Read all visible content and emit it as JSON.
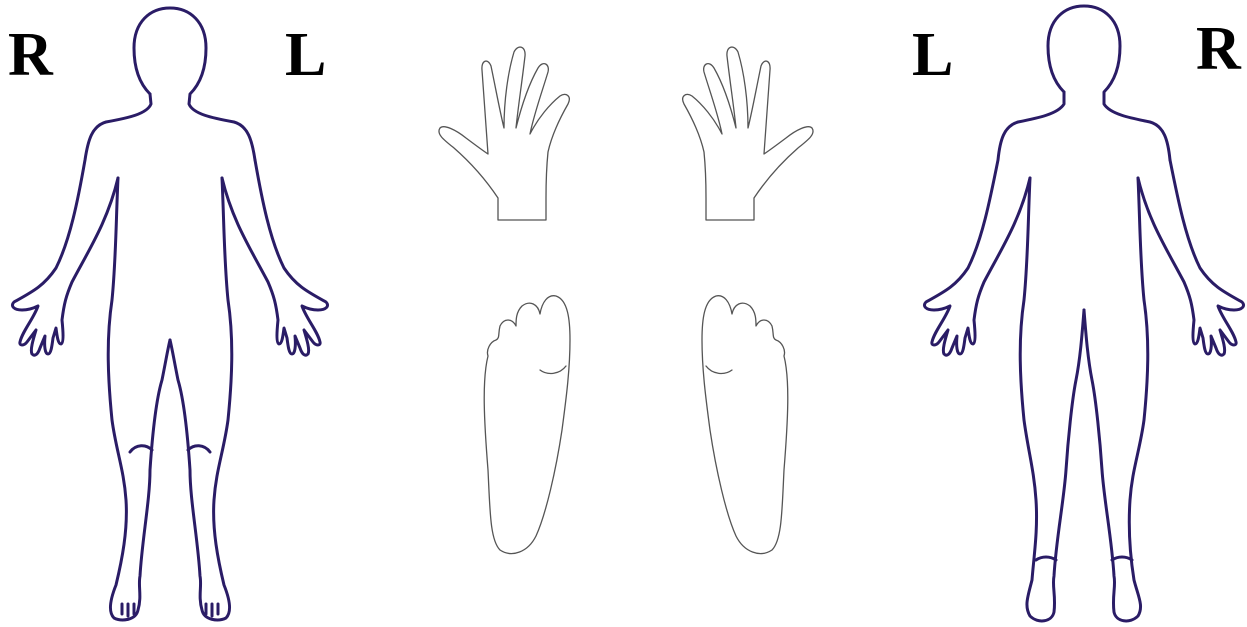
{
  "labels": {
    "front_right": "R",
    "front_left": "L",
    "back_left": "L",
    "back_right": "R"
  },
  "colors": {
    "body_outline": "#2a1c66",
    "extremity_outline": "#555555",
    "label_text": "#000000",
    "background": "#ffffff"
  },
  "figures": [
    {
      "name": "front-body-outline",
      "view": "front"
    },
    {
      "name": "back-body-outline",
      "view": "back"
    }
  ],
  "extremities": [
    {
      "name": "hand-left-outline",
      "part": "hand"
    },
    {
      "name": "hand-right-outline",
      "part": "hand"
    },
    {
      "name": "foot-left-outline",
      "part": "foot"
    },
    {
      "name": "foot-right-outline",
      "part": "foot"
    }
  ]
}
